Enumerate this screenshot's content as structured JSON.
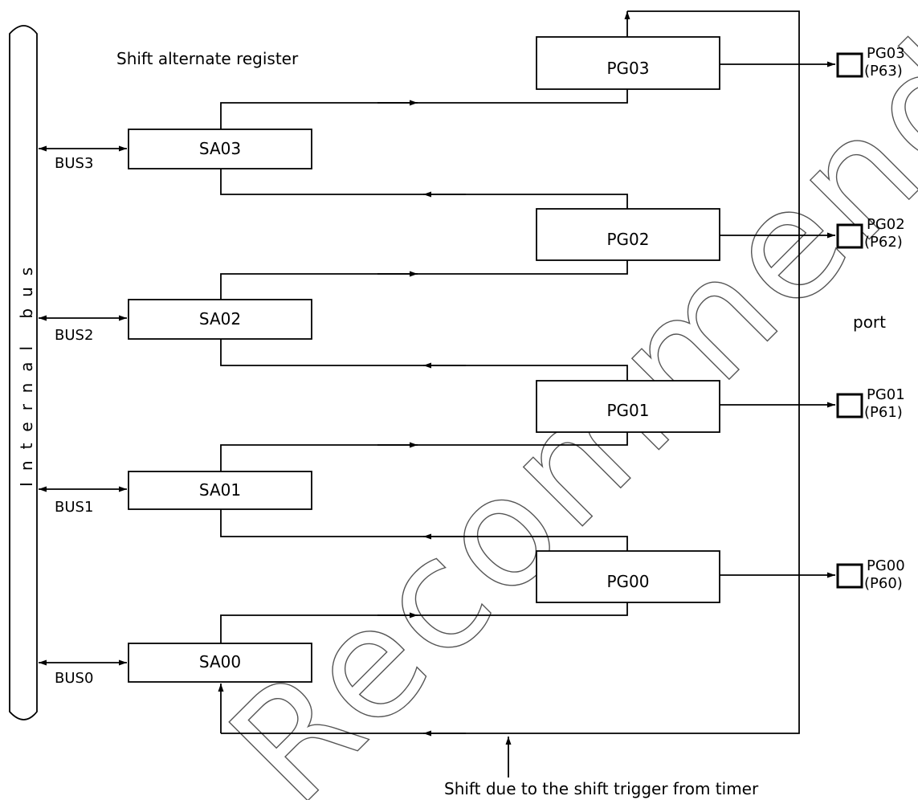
{
  "labels": {
    "title": "Shift alternate register",
    "internal_bus": "Internal bus",
    "port": "port",
    "trigger": "Shift due to the shift trigger from timer"
  },
  "registers": {
    "sa03": "SA03",
    "sa02": "SA02",
    "sa01": "SA01",
    "sa00": "SA00",
    "pg03": "PG03",
    "pg02": "PG02",
    "pg01": "PG01",
    "pg00": "PG00"
  },
  "buses": {
    "bus3": "BUS3",
    "bus2": "BUS2",
    "bus1": "BUS1",
    "bus0": "BUS0"
  },
  "ports": {
    "pg03": {
      "name": "PG03",
      "alt": "(P63)"
    },
    "pg02": {
      "name": "PG02",
      "alt": "(P62)"
    },
    "pg01": {
      "name": "PG01",
      "alt": "(P61)"
    },
    "pg00": {
      "name": "PG00",
      "alt": "(P60)"
    }
  },
  "watermark": "Recommended Design"
}
